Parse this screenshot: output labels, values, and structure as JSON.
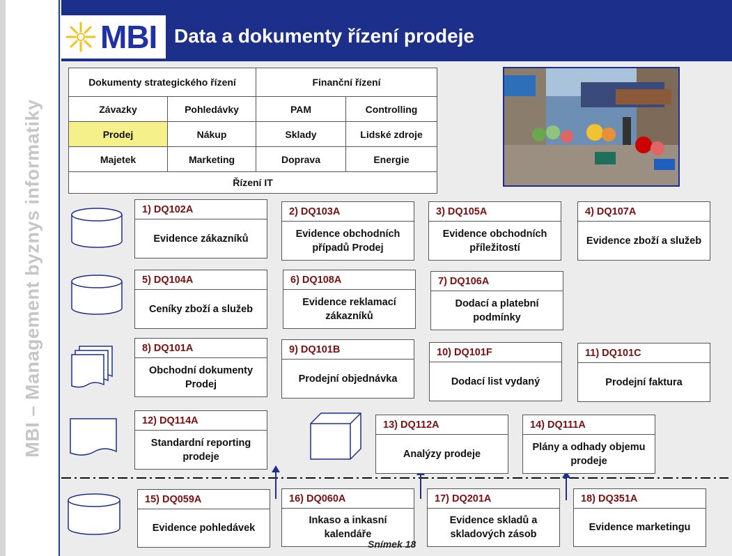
{
  "sidebar": {
    "text": "MBI – Management byznys informatiky"
  },
  "header": {
    "logo": "MBI",
    "title": "Data a dokumenty řízení prodeje"
  },
  "grid": {
    "strategic": "Dokumenty strategického řízení",
    "finance": "Finanční řízení",
    "row1": [
      "Závazky",
      "Pohledávky",
      "PAM",
      "Controlling"
    ],
    "row2": [
      "Prodej",
      "Nákup",
      "Sklady",
      "Lidské zdroje"
    ],
    "row3": [
      "Majetek",
      "Marketing",
      "Doprava",
      "Energie"
    ],
    "it": "Řízení IT",
    "highlight": "Prodej",
    "highlight_color": "#f5f08a"
  },
  "boxes": [
    {
      "code": "1) DQ102A",
      "desc": "Evidence zákazníků"
    },
    {
      "code": "2) DQ103A",
      "desc": "Evidence obchodních případů Prodej"
    },
    {
      "code": "3) DQ105A",
      "desc": "Evidence obchodních příležitostí"
    },
    {
      "code": "4) DQ107A",
      "desc": "Evidence zboží a služeb"
    },
    {
      "code": "5) DQ104A",
      "desc": "Ceníky zboží a služeb"
    },
    {
      "code": "6) DQ108A",
      "desc": "Evidence reklamací zákazníků"
    },
    {
      "code": "7) DQ106A",
      "desc": "Dodací a platební podmínky"
    },
    {
      "code": "8) DQ101A",
      "desc": "Obchodní dokumenty Prodej"
    },
    {
      "code": "9) DQ101B",
      "desc": "Prodejní objednávka"
    },
    {
      "code": "10) DQ101F",
      "desc": "Dodací list vydaný"
    },
    {
      "code": "11) DQ101C",
      "desc": "Prodejní faktura"
    },
    {
      "code": "12) DQ114A",
      "desc": "Standardní reporting prodeje"
    },
    {
      "code": "13) DQ112A",
      "desc": "Analýzy prodeje"
    },
    {
      "code": "14) DQ111A",
      "desc": "Plány a odhady objemu prodeje"
    },
    {
      "code": "15) DQ059A",
      "desc": "Evidence pohledávek"
    },
    {
      "code": "16) DQ060A",
      "desc": "Inkaso a inkasní kalendáře"
    },
    {
      "code": "17) DQ201A",
      "desc": "Evidence skladů a skladových zásob"
    },
    {
      "code": "18) DQ351A",
      "desc": "Evidence marketingu"
    }
  ],
  "footer": {
    "slide": "Snímek 18"
  },
  "colors": {
    "header": "#1c2f8a",
    "code_text": "#7a1010",
    "arrow": "#1c2f8a"
  }
}
